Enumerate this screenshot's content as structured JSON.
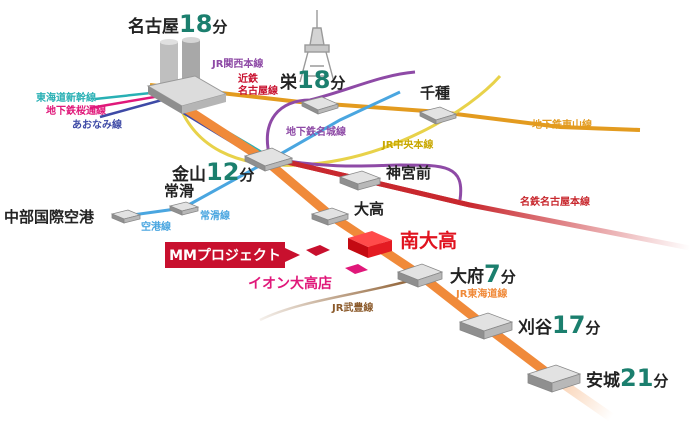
{
  "stations": {
    "nagoya": {
      "name": "名古屋",
      "mins": "18",
      "unit": "分"
    },
    "sakae": {
      "name": "栄",
      "mins": "18",
      "unit": "分"
    },
    "chikusa": {
      "name": "千種"
    },
    "kanayama": {
      "name": "金山",
      "mins": "12",
      "unit": "分"
    },
    "jingumae": {
      "name": "神宮前"
    },
    "tokoname": {
      "name": "常滑"
    },
    "airport": {
      "name": "中部国際空港"
    },
    "odaka": {
      "name": "大高"
    },
    "minamiodaka": {
      "name": "南大高"
    },
    "obu": {
      "name": "大府",
      "mins": "7",
      "unit": "分"
    },
    "kariya": {
      "name": "刈谷",
      "mins": "17",
      "unit": "分"
    },
    "anjo": {
      "name": "安城",
      "mins": "21",
      "unit": "分"
    }
  },
  "lines": {
    "kansai": "JR関西本線",
    "kintetsu": "近鉄\n名古屋線",
    "tokaido_shinkansen": "東海道新幹線",
    "sakuradori": "地下鉄桜通線",
    "aonami": "あおなみ線",
    "higashiyama": "地下鉄東山線",
    "meijo": "地下鉄名城線",
    "chuo": "JR中央本線",
    "meitetsu_nagoya": "名鉄名古屋本線",
    "tokoname_line": "常滑線",
    "airport_line": "空港線",
    "tokaido": "JR東海道線",
    "taketoyo": "JR武豊線"
  },
  "places": {
    "mm_project": "MMプロジェクト",
    "aeon": "イオン大高店"
  },
  "colors": {
    "tokaido": "#f08a3a",
    "higashiyama": "#e39b1f",
    "chuo": "#e8d24a",
    "meijo": "#8e4aa6",
    "meitetsu": "#c8282e",
    "airport": "#4aa6e0",
    "taketoyo": "#8b5a2b",
    "shinkansen": "#28b0b4",
    "sakuradori": "#e0187a",
    "aonami": "#3e4aa6",
    "kintetsu": "#c8102e",
    "minutes": "#1b7f6e",
    "highlight": "#e0131f"
  },
  "icons": {
    "nagoya": "twin-towers-icon",
    "sakae": "tv-tower-icon"
  }
}
